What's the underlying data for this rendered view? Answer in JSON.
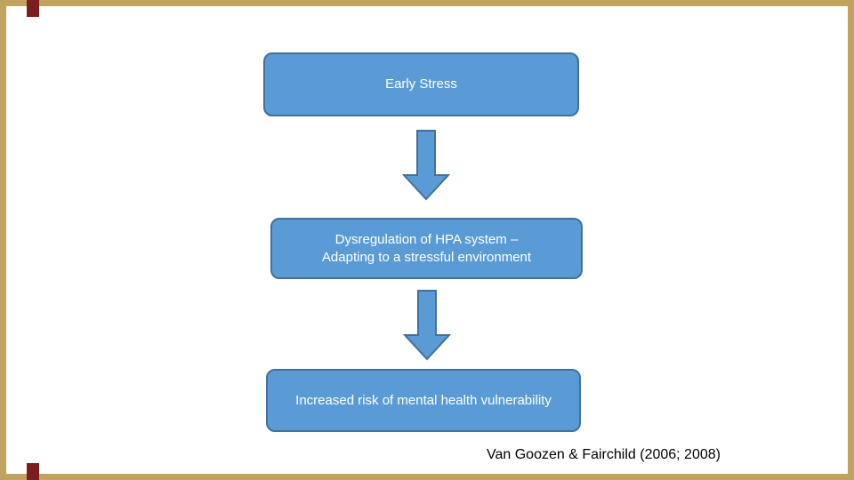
{
  "slide": {
    "background_color": "#ffffff",
    "frame": {
      "band_color": "#c1a35f",
      "accent_color": "#7a1e1e"
    },
    "flowchart": {
      "box_fill": "#5b9bd5",
      "box_border": "#41719c",
      "box_text_color": "#ffffff",
      "boxes": [
        {
          "name": "early-stress",
          "line1": "Early Stress",
          "line2": ""
        },
        {
          "name": "hpa-dysregulation",
          "line1": "Dysregulation of HPA system –",
          "line2": "Adapting to a stressful environment"
        },
        {
          "name": "mental-health-risk",
          "line1": "Increased risk of mental health vulnerability",
          "line2": ""
        }
      ],
      "arrow_icon": "down-block-arrow"
    },
    "citation": {
      "text": "Van Goozen & Fairchild (2006; 2008)",
      "color": "#000000"
    }
  }
}
